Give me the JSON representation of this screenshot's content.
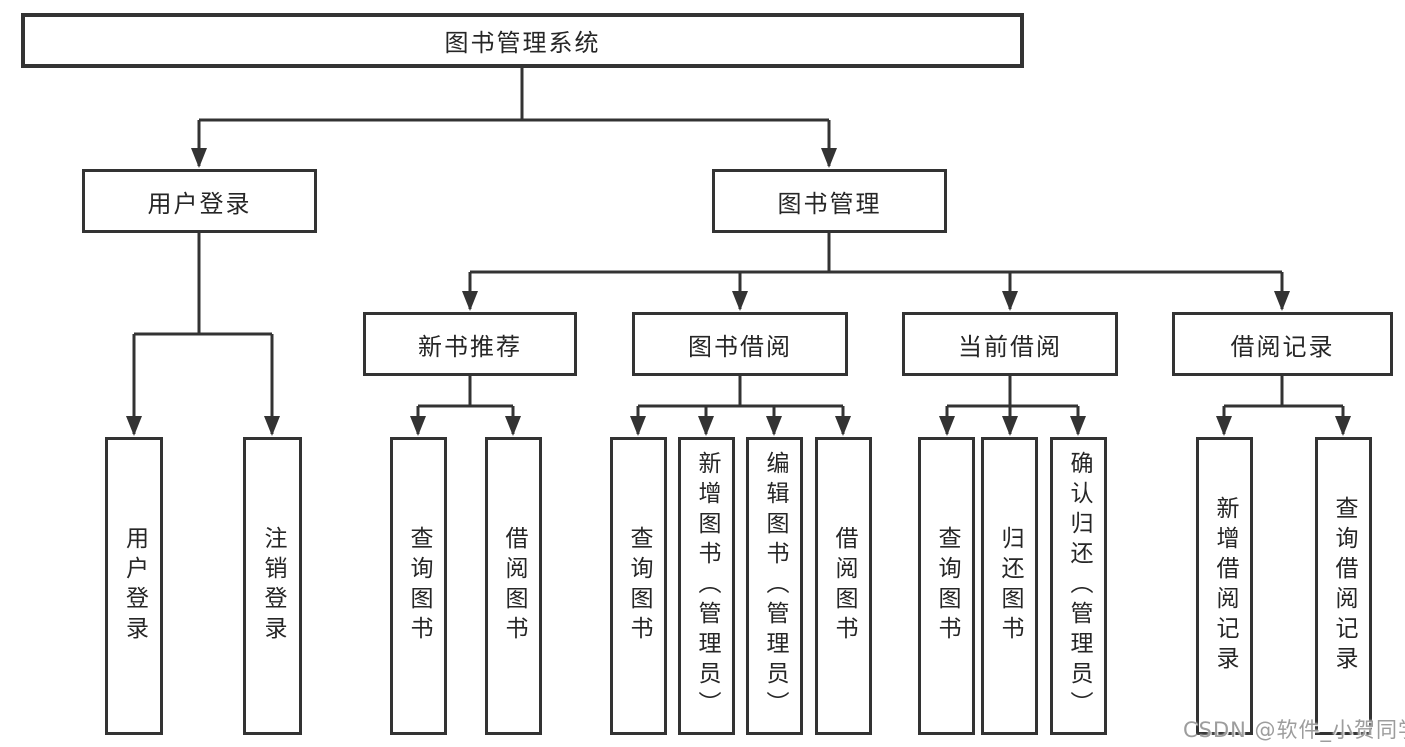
{
  "diagram": {
    "root": {
      "label": "图书管理系统",
      "children": [
        {
          "label": "用户登录",
          "children": [
            {
              "label": "用户登录"
            },
            {
              "label": "注销登录"
            }
          ]
        },
        {
          "label": "图书管理",
          "children": [
            {
              "label": "新书推荐",
              "children": [
                {
                  "label": "查询图书"
                },
                {
                  "label": "借阅图书"
                }
              ]
            },
            {
              "label": "图书借阅",
              "children": [
                {
                  "label": "查询图书"
                },
                {
                  "label": "新增图书（管理员）"
                },
                {
                  "label": "编辑图书（管理员）"
                },
                {
                  "label": "借阅图书"
                }
              ]
            },
            {
              "label": "当前借阅",
              "children": [
                {
                  "label": "查询图书"
                },
                {
                  "label": "归还图书"
                },
                {
                  "label": "确认归还（管理员）"
                }
              ]
            },
            {
              "label": "借阅记录",
              "children": [
                {
                  "label": "新增借阅记录"
                },
                {
                  "label": "查询借阅记录"
                }
              ]
            }
          ]
        }
      ]
    }
  },
  "watermark": {
    "text": "CSDN @软件_小贺同学"
  },
  "colors": {
    "line": "#333333",
    "text": "#262626",
    "watermark_text": "#9d9d9d",
    "background": "#ffffff"
  }
}
